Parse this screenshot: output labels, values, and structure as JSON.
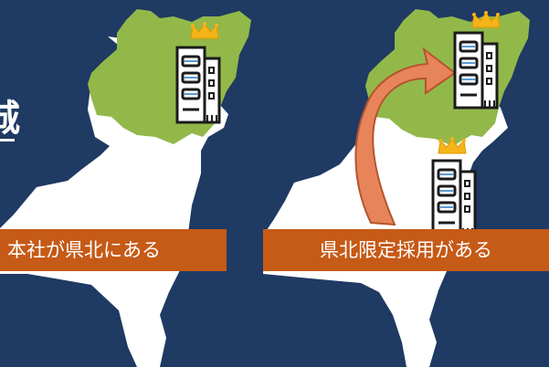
{
  "colors": {
    "background": "#1f3a63",
    "land": "#ffffff",
    "north_region": "#93b84a",
    "caption_bg": "#c65a17",
    "arrow": "#e8845a",
    "crown": "#f4b41a",
    "building_outline": "#1b1b1b"
  },
  "icons": [
    "crown-icon",
    "office-building-icon",
    "curved-arrow-icon"
  ],
  "edge_text": "城",
  "left_panel": {
    "caption": "本社が県北にある"
  },
  "right_panel": {
    "caption": "県北限定採用がある"
  }
}
